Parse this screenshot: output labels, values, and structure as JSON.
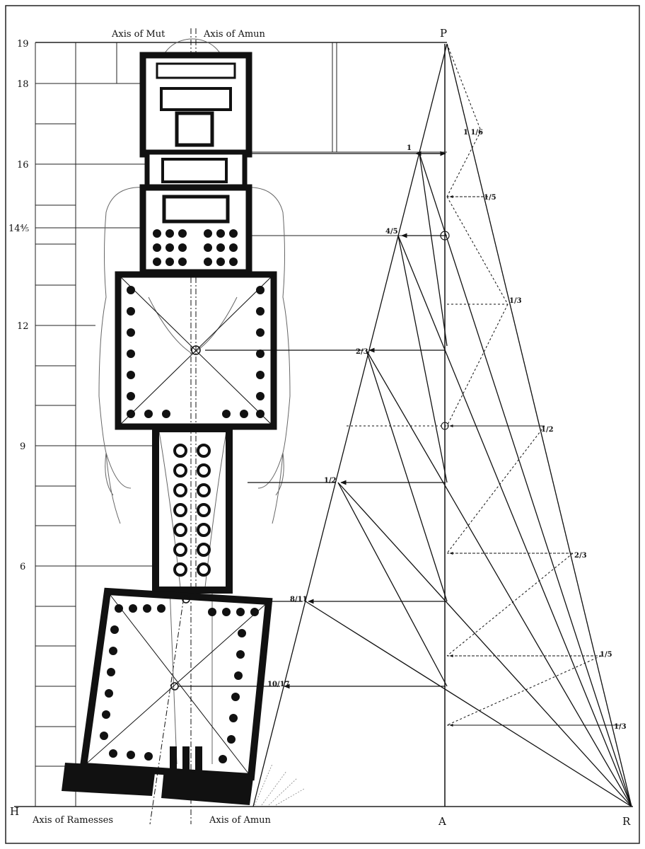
{
  "axes": {
    "top_left": "Axis of Mut",
    "top_right": "Axis of Amun",
    "bottom_left": "Axis of Ramesses",
    "bottom_right": "Axis of Amun"
  },
  "scale_labels": [
    "19",
    "18",
    "16",
    "14⅘",
    "12",
    "9",
    "6"
  ],
  "corner_labels": {
    "top": "P",
    "bottom_left": "H",
    "bottom_mid": "A",
    "bottom_right": "R"
  },
  "fractions_left": [
    "1",
    "4/5",
    "2/3",
    "1/2",
    "8/11",
    "10/17"
  ],
  "fractions_right": [
    "1 1/6",
    "1/5",
    "1/3",
    "1/2",
    "2/3",
    "1/5",
    "1/3"
  ],
  "colors": {
    "ink": "#111111",
    "paper": "#ffffff",
    "grid": "#222222"
  }
}
